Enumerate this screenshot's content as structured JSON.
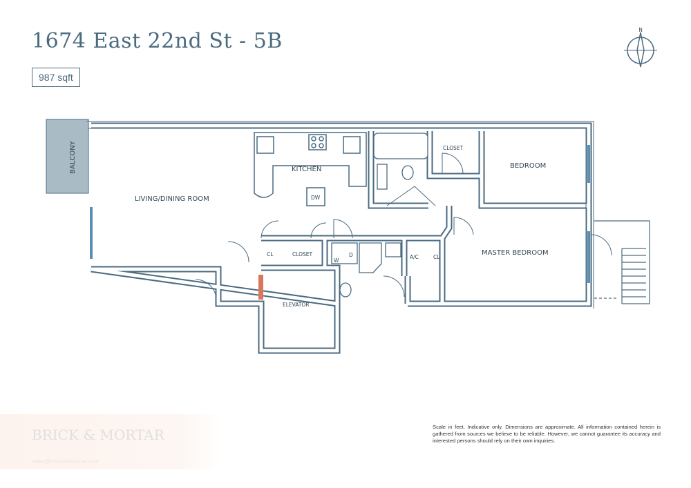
{
  "header": {
    "title": "1674 East 22nd St - 5B",
    "area": "987 sqft"
  },
  "compass": {
    "label": "N"
  },
  "rooms": {
    "balcony": "BALCONY",
    "living": "LIVING/DINING ROOM",
    "kitchen": "KITCHEN",
    "dw": "DW",
    "closet_top": "CLOSET",
    "bedroom": "BEDROOM",
    "master": "MASTER BEDROOM",
    "cl1": "CL",
    "closet_hall": "CLOSET",
    "w": "W",
    "d": "D",
    "ac": "A/C",
    "cl2": "CL",
    "elevator": "ELEVATOR"
  },
  "watermark": {
    "brand": "BRICK & MORTAR",
    "email": "sales@brickandmortar.com"
  },
  "disclaimer": "Scale in feet. Indicative only. Dimensions are approximate. All information contained herein is gathered from sources we believe to be reliable. However, we cannot guarantee its accuracy and interested persons should rely on their own inquiries.",
  "colors": {
    "wall": "#4a6a80",
    "balcony": "#a9bcc5",
    "window": "#5b8fb0",
    "elevator_door": "#d9775a"
  }
}
